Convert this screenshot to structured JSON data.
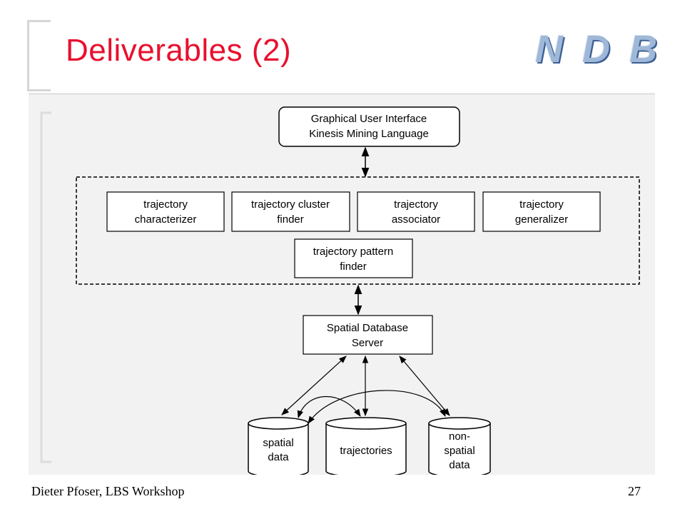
{
  "slide": {
    "title": "Deliverables (2)",
    "logo_text": "N D B",
    "footer_left": "Dieter Pfoser, LBS Workshop",
    "page_number": "27"
  },
  "diagram": {
    "gui": {
      "line1": "Graphical User Interface",
      "line2": "Kinesis Mining Language"
    },
    "modules": [
      {
        "line1": "trajectory",
        "line2": "characterizer"
      },
      {
        "line1": "trajectory cluster",
        "line2": "finder"
      },
      {
        "line1": "trajectory",
        "line2": "associator"
      },
      {
        "line1": "trajectory",
        "line2": "generalizer"
      },
      {
        "line1": "trajectory pattern",
        "line2": "finder"
      }
    ],
    "server": {
      "line1": "Spatial Database",
      "line2": "Server"
    },
    "stores": [
      {
        "line1": "spatial",
        "line2": "data",
        "line3": ""
      },
      {
        "line1": "trajectories",
        "line2": "",
        "line3": ""
      },
      {
        "line1": "non-",
        "line2": "spatial",
        "line3": "data"
      }
    ]
  }
}
